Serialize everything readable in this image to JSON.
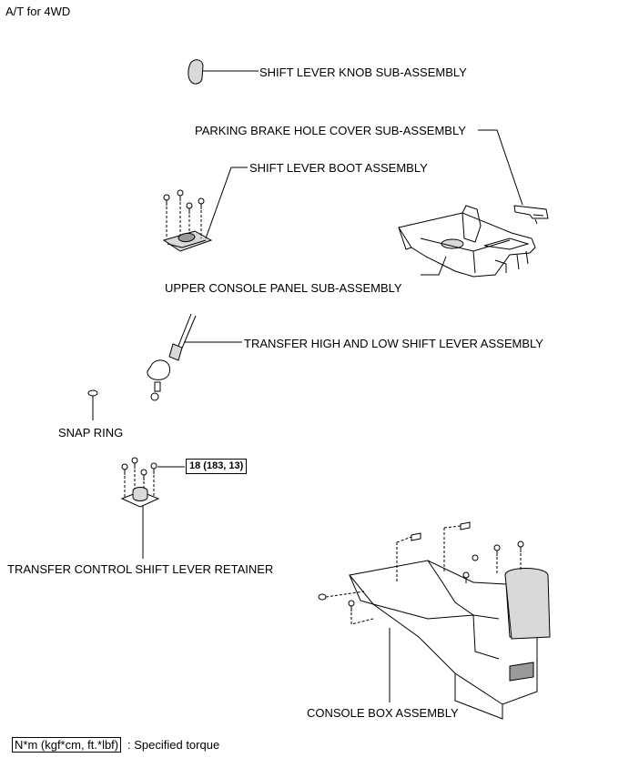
{
  "header": {
    "title": "A/T for 4WD"
  },
  "labels": {
    "knob": "SHIFT LEVER KNOB SUB-ASSEMBLY",
    "parking_cover": "PARKING BRAKE HOLE COVER SUB-ASSEMBLY",
    "boot": "SHIFT LEVER BOOT ASSEMBLY",
    "upper_panel": "UPPER CONSOLE PANEL SUB-ASSEMBLY",
    "transfer_lever": "TRANSFER HIGH AND LOW SHIFT LEVER ASSEMBLY",
    "snap_ring": "SNAP RING",
    "retainer": "TRANSFER CONTROL SHIFT LEVER RETAINER",
    "console_box": "CONSOLE BOX ASSEMBLY"
  },
  "torque": {
    "value": "18 (183, 13)"
  },
  "legend": {
    "unit": "N*m (kgf*cm, ft.*lbf)",
    "text": ": Specified torque"
  }
}
